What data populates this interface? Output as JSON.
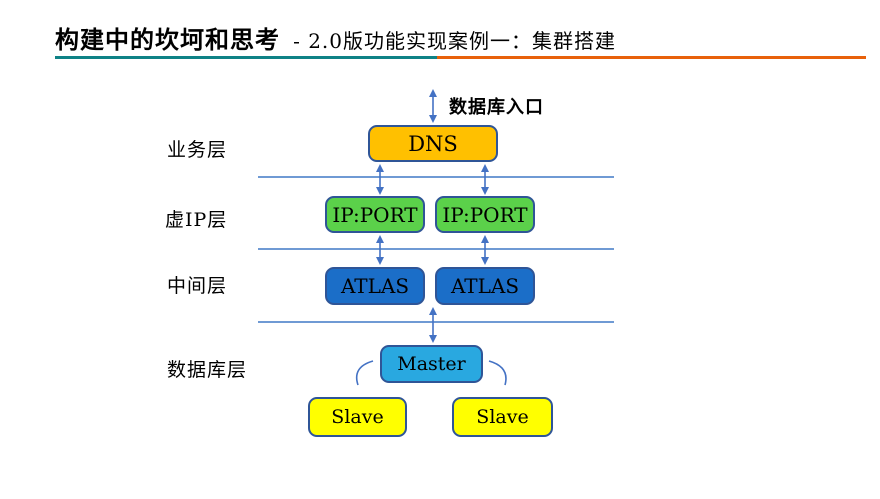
{
  "slide": {
    "title": "构建中的坎坷和思考",
    "subtitle": "- 2.0版功能实现案例一：集群搭建",
    "divider": {
      "left_color": "#0E8286",
      "right_color": "#E8610A"
    }
  },
  "diagram": {
    "entry": {
      "label": "数据库入口"
    },
    "layer_labels": [
      "业务层",
      "虚IP层",
      "中间层",
      "数据库层"
    ],
    "boxes": {
      "dns": {
        "text": "DNS",
        "fill": "#FFC000"
      },
      "ip_port_1": {
        "text": "IP:PORT",
        "fill": "#5BD14A"
      },
      "ip_port_2": {
        "text": "IP:PORT",
        "fill": "#5BD14A"
      },
      "atlas_1": {
        "text": "ATLAS",
        "fill": "#1B6EC8"
      },
      "atlas_2": {
        "text": "ATLAS",
        "fill": "#1B6EC8"
      },
      "master": {
        "text": "Master",
        "fill": "#29A8E0"
      },
      "slave_1": {
        "text": "Slave",
        "fill": "#FFFF00"
      },
      "slave_2": {
        "text": "Slave",
        "fill": "#FFFF00"
      }
    },
    "colors": {
      "box_border": "#2F5597",
      "arrow": "#4472C4",
      "layer_line": "#6F9AD4"
    }
  }
}
